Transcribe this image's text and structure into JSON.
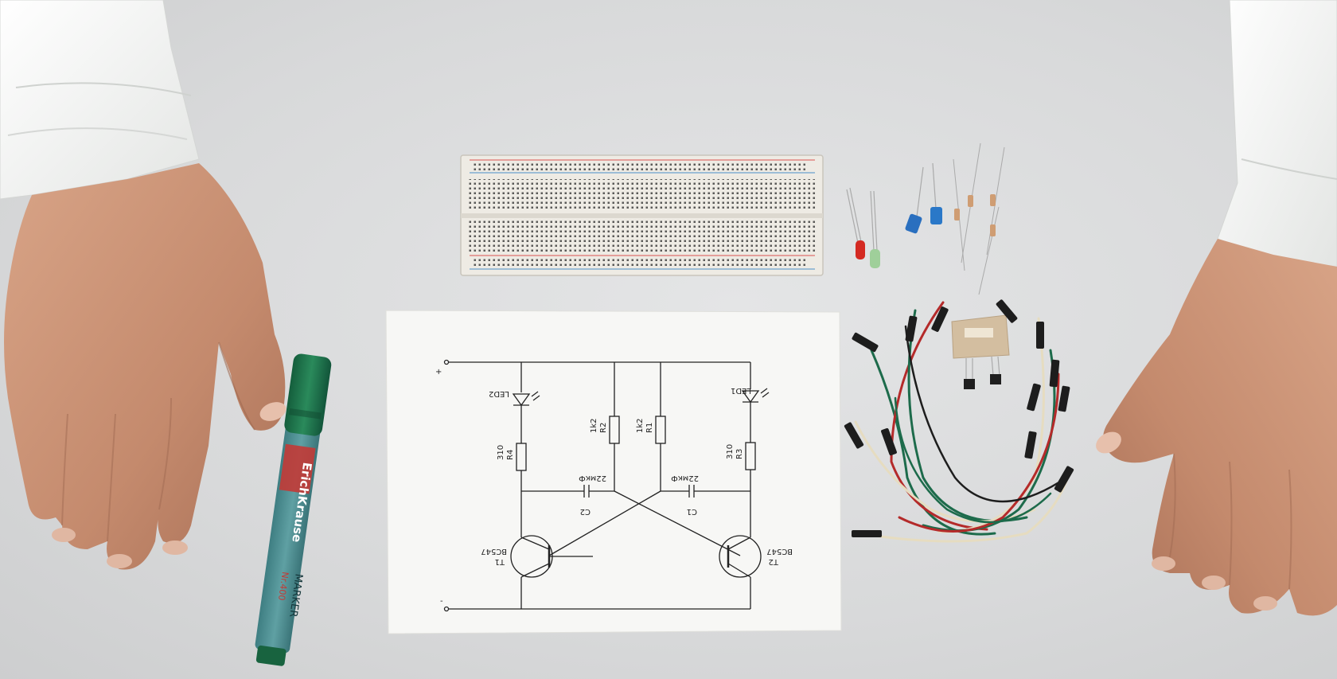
{
  "scene": {
    "background_color": "#d9dadb",
    "schematic": {
      "terminals": {
        "plus": "+",
        "minus": "-"
      },
      "labels": {
        "led2": "LED2",
        "led1": "LED1",
        "r4_name": "R4",
        "r4_value": "310",
        "r2_name": "R2",
        "r2_value": "1k2",
        "r1_name": "R1",
        "r1_value": "1k2",
        "r3_name": "R3",
        "r3_value": "310",
        "c2_value": "22мкФ",
        "c2_name": "C2",
        "c1_value": "22мкФ",
        "c1_name": "C1",
        "t1_type": "BC547",
        "t1_name": "T1",
        "t2_type": "BC547",
        "t2_name": "T2"
      }
    },
    "marker": {
      "brand": "ErichKrause",
      "type": "MARKER",
      "model": "Nr.400",
      "body_color": "#4f8f93",
      "cap_color": "#1f7a4f"
    },
    "colors": {
      "sleeve": "#f1f2f0",
      "skin": "#c98f73",
      "paper": "#f7f7f5",
      "breadboard": "#f0ede6",
      "wire_green": "#1d6b4b",
      "wire_red": "#b42a2a",
      "wire_cream": "#e6dcc0",
      "wire_black": "#1d1d1d"
    }
  }
}
